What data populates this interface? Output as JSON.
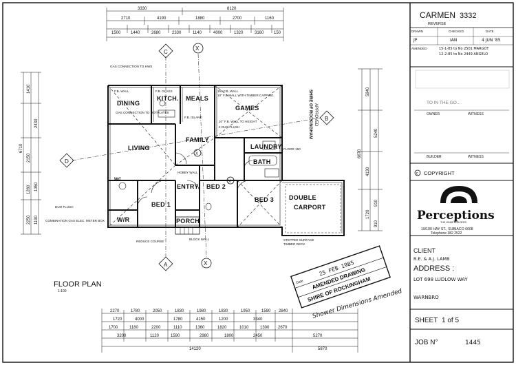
{
  "title_block": {
    "plan_name": "CARMEN",
    "plan_number": "3332",
    "variant": "REVERSE",
    "drawn_label": "DRAWN",
    "drawn_value": "JP",
    "checked_label": "CHECKED",
    "checked_value": "IAN",
    "date_label": "DATE",
    "date_value": "4 JUN '85",
    "amended_label": "AMENDED",
    "amendments": [
      "15-1-85 to No 2501 MARGOT",
      "12-2-85 to No 2449 ANGELO"
    ],
    "witness_labels": [
      "OWNER",
      "WITNESS",
      "BUILDER",
      "WITNESS"
    ],
    "approval_text": "TO IN THE GO...",
    "copyright": "COPYRIGHT",
    "company_name": "Perceptions",
    "company_tagline": "THE HOME BUILDERS",
    "company_address": "19/100 HAY ST., SUBIACO 6008",
    "company_phone": "Telephone 382 2522",
    "client_label": "CLIENT",
    "client_name": "R.E. & A.J. LAMB",
    "address_label": "ADDRESS :",
    "address_line1": "LOT 698 LUDLOW WAY",
    "address_line2": "WARNBRO",
    "sheet_label": "SHEET",
    "sheet_value": "1 of 5",
    "job_label": "JOB N°",
    "job_value": "1445"
  },
  "plan": {
    "title": "FLOOR PLAN",
    "scale": "1:100",
    "rooms": [
      "DINING",
      "KITCH.",
      "MEALS",
      "GAMES",
      "FAMILY",
      "LIVING",
      "LAUNDRY",
      "BATH",
      "ENTRY",
      "BED 2",
      "BED 1",
      "BED 3",
      "DOUBLE",
      "CARPORT",
      "W/R",
      "PORCH",
      "WC"
    ],
    "section_markers": [
      "A",
      "B",
      "C",
      "D",
      "X",
      "X",
      "X",
      "X"
    ],
    "top_dims_row1": [
      "1500",
      "1440",
      "2680",
      "2330",
      "1140",
      "4000",
      "1320",
      "3160",
      "150"
    ],
    "top_dims_row2": [
      "2710",
      "4190",
      "1880",
      "2700",
      "1160"
    ],
    "top_overall": [
      "3330",
      "8120"
    ],
    "bottom_dims_row1": [
      "2270",
      "1780",
      "2050",
      "1830",
      "1980",
      "1830",
      "1950",
      "1590",
      "2840"
    ],
    "bottom_dims_row2": [
      "1720",
      "4000",
      "1780",
      "4150",
      "1200",
      "3340"
    ],
    "bottom_dims_row3": [
      "1700",
      "1180",
      "2200",
      "1110",
      "1360",
      "1820",
      "1010",
      "1300",
      "2670"
    ],
    "bottom_dims_row4": [
      "3200",
      "1120",
      "1590",
      "2980",
      "1800",
      "2450",
      "5270"
    ],
    "bottom_overall": [
      "14120",
      "5870"
    ],
    "right_dims": [
      "5940",
      "5240",
      "6670",
      "4130",
      "910",
      "1720",
      "910"
    ],
    "left_dims": [
      "1410",
      "2430",
      "2150",
      "6710",
      "1350",
      "1280",
      "1190",
      "2250"
    ],
    "notes": [
      "GAS CONNECTION TO HWS",
      "F.B. WALL",
      "F.B. GLASS",
      "F.B. ISLAND",
      "GAS CONNECTION TO HOTPLATES",
      "150 F.B. WALL",
      "10\" F.B.WALL WITH TIMBER CAPPING",
      "DUO FLUSH",
      "2 DUO FLUSH",
      "10\" F.B. WALL TO HEIGHT",
      "FLOOR 150",
      "HOBBY WALL",
      "SHIRE OF ROCKINGHAM",
      "APPROVED",
      "COMBINATION GAS ELEC. METER BOX",
      "BLOCK WALL",
      "REDUCE COURSE",
      "STEPPED SURFACE",
      "TIMBER DECK"
    ],
    "stamp_lines": [
      "25 FEB 1985",
      "AMENDED DRAWING",
      "SHIRE OF ROCKINGHAM"
    ],
    "stamp_side": "Date",
    "handwritten_note": "Shower Dimensions Amended"
  }
}
